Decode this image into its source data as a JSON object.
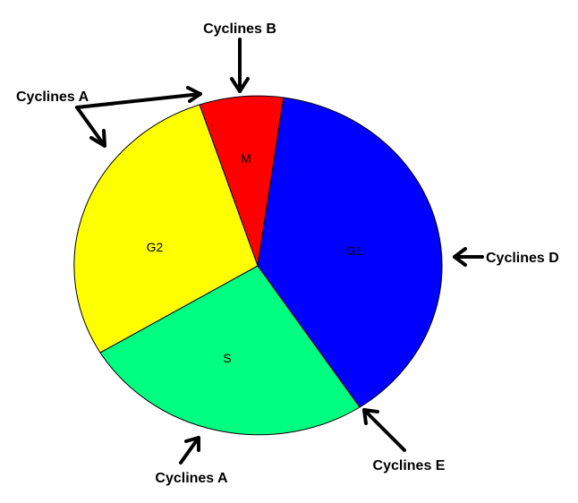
{
  "diagram": {
    "phases": [
      {
        "label": "M",
        "color": "#ff0000"
      },
      {
        "label": "G1",
        "color": "#0000ff"
      },
      {
        "label": "S",
        "color": "#00ff80"
      },
      {
        "label": "G2",
        "color": "#ffff00"
      }
    ],
    "callouts": [
      {
        "label": "Cyclines B"
      },
      {
        "label": "Cyclines A"
      },
      {
        "label": "Cyclines D"
      },
      {
        "label": "Cyclines E"
      },
      {
        "label": "Cyclines A"
      }
    ]
  }
}
